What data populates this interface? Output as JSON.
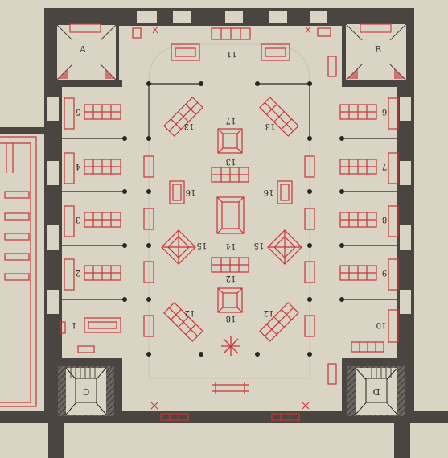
{
  "colors": {
    "paper": "#d9d4c4",
    "wall": "#4a4540",
    "red": "#c8353a",
    "ink": "#2a2622"
  },
  "rooms": {
    "a": "A",
    "b": "B",
    "c": "C",
    "d": "D"
  },
  "cases": {
    "n1": "1",
    "n2": "2",
    "n3": "3",
    "n4": "4",
    "n5": "5",
    "n6": "6",
    "n7": "7",
    "n8": "8",
    "n9": "9",
    "n10": "10",
    "n11": "11",
    "n12a": "12",
    "n12b": "12",
    "n12c": "12",
    "n13a": "13",
    "n13b": "13",
    "n13c": "13",
    "n14": "14",
    "n15a": "15",
    "n15b": "15",
    "n16a": "16",
    "n16b": "16",
    "n17": "17",
    "n18": "18"
  }
}
